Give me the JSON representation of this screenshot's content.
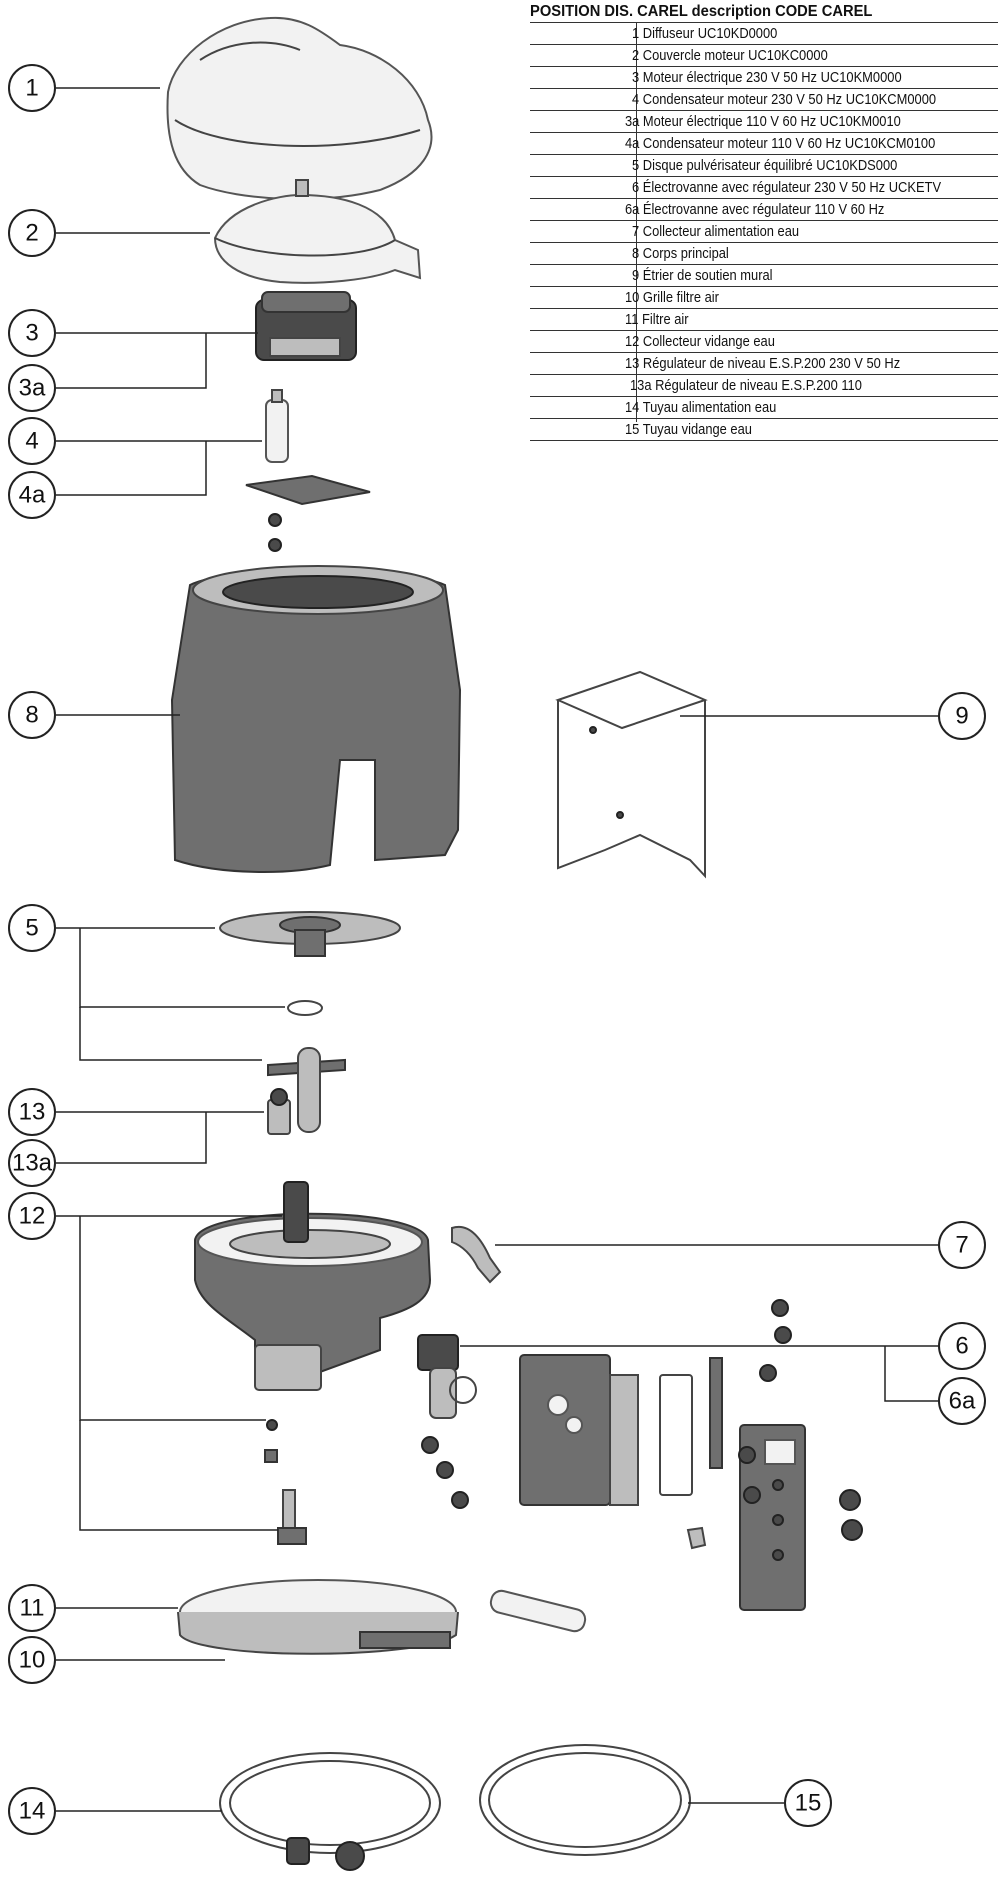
{
  "table": {
    "header": "POSITION DIS. CAREL description CODE CAREL",
    "rows": [
      {
        "text": "1 Diffuseur UC10KD0000",
        "indent": 102
      },
      {
        "text": "2 Couvercle moteur UC10KC0000",
        "indent": 102
      },
      {
        "text": "3 Moteur électrique 230 V 50 Hz UC10KM0000",
        "indent": 102
      },
      {
        "text": "4 Condensateur moteur 230 V 50 Hz UC10KCM0000",
        "indent": 102
      },
      {
        "text": "3a Moteur électrique 110 V 60 Hz UC10KM0010",
        "indent": 95
      },
      {
        "text": "4a Condensateur moteur 110 V 60 Hz UC10KCM0100",
        "indent": 95
      },
      {
        "text": "5 Disque pulvérisateur équilibré UC10KDS000",
        "indent": 102
      },
      {
        "text": "6 Électrovanne avec régulateur 230 V 50 Hz UCKETV",
        "indent": 102
      },
      {
        "text": "6a Électrovanne avec régulateur 110 V 60 Hz",
        "indent": 95
      },
      {
        "text": "7 Collecteur alimentation eau",
        "indent": 102
      },
      {
        "text": "8 Corps principal",
        "indent": 102
      },
      {
        "text": "9 Étrier de soutien mural",
        "indent": 102
      },
      {
        "text": "10 Grille filtre air",
        "indent": 95
      },
      {
        "text": "11 Filtre air",
        "indent": 95
      },
      {
        "text": "12 Collecteur vidange eau",
        "indent": 95
      },
      {
        "text": "13 Régulateur de niveau E.S.P.200 230 V 50 Hz",
        "indent": 95
      },
      {
        "text": "13a           Régulateur de niveau E.S.P.200 110",
        "indent": 100
      },
      {
        "text": "14 Tuyau alimentation eau",
        "indent": 95
      },
      {
        "text": "15 Tuyau vidange eau",
        "indent": 95
      }
    ]
  },
  "callouts": {
    "c1": "1",
    "c2": "2",
    "c3": "3",
    "c3a": "3a",
    "c4": "4",
    "c4a": "4a",
    "c5": "5",
    "c6": "6",
    "c6a": "6a",
    "c7": "7",
    "c8": "8",
    "c9": "9",
    "c10": "10",
    "c11": "11",
    "c12": "12",
    "c13": "13",
    "c13a": "13a",
    "c14": "14",
    "c15": "15"
  }
}
